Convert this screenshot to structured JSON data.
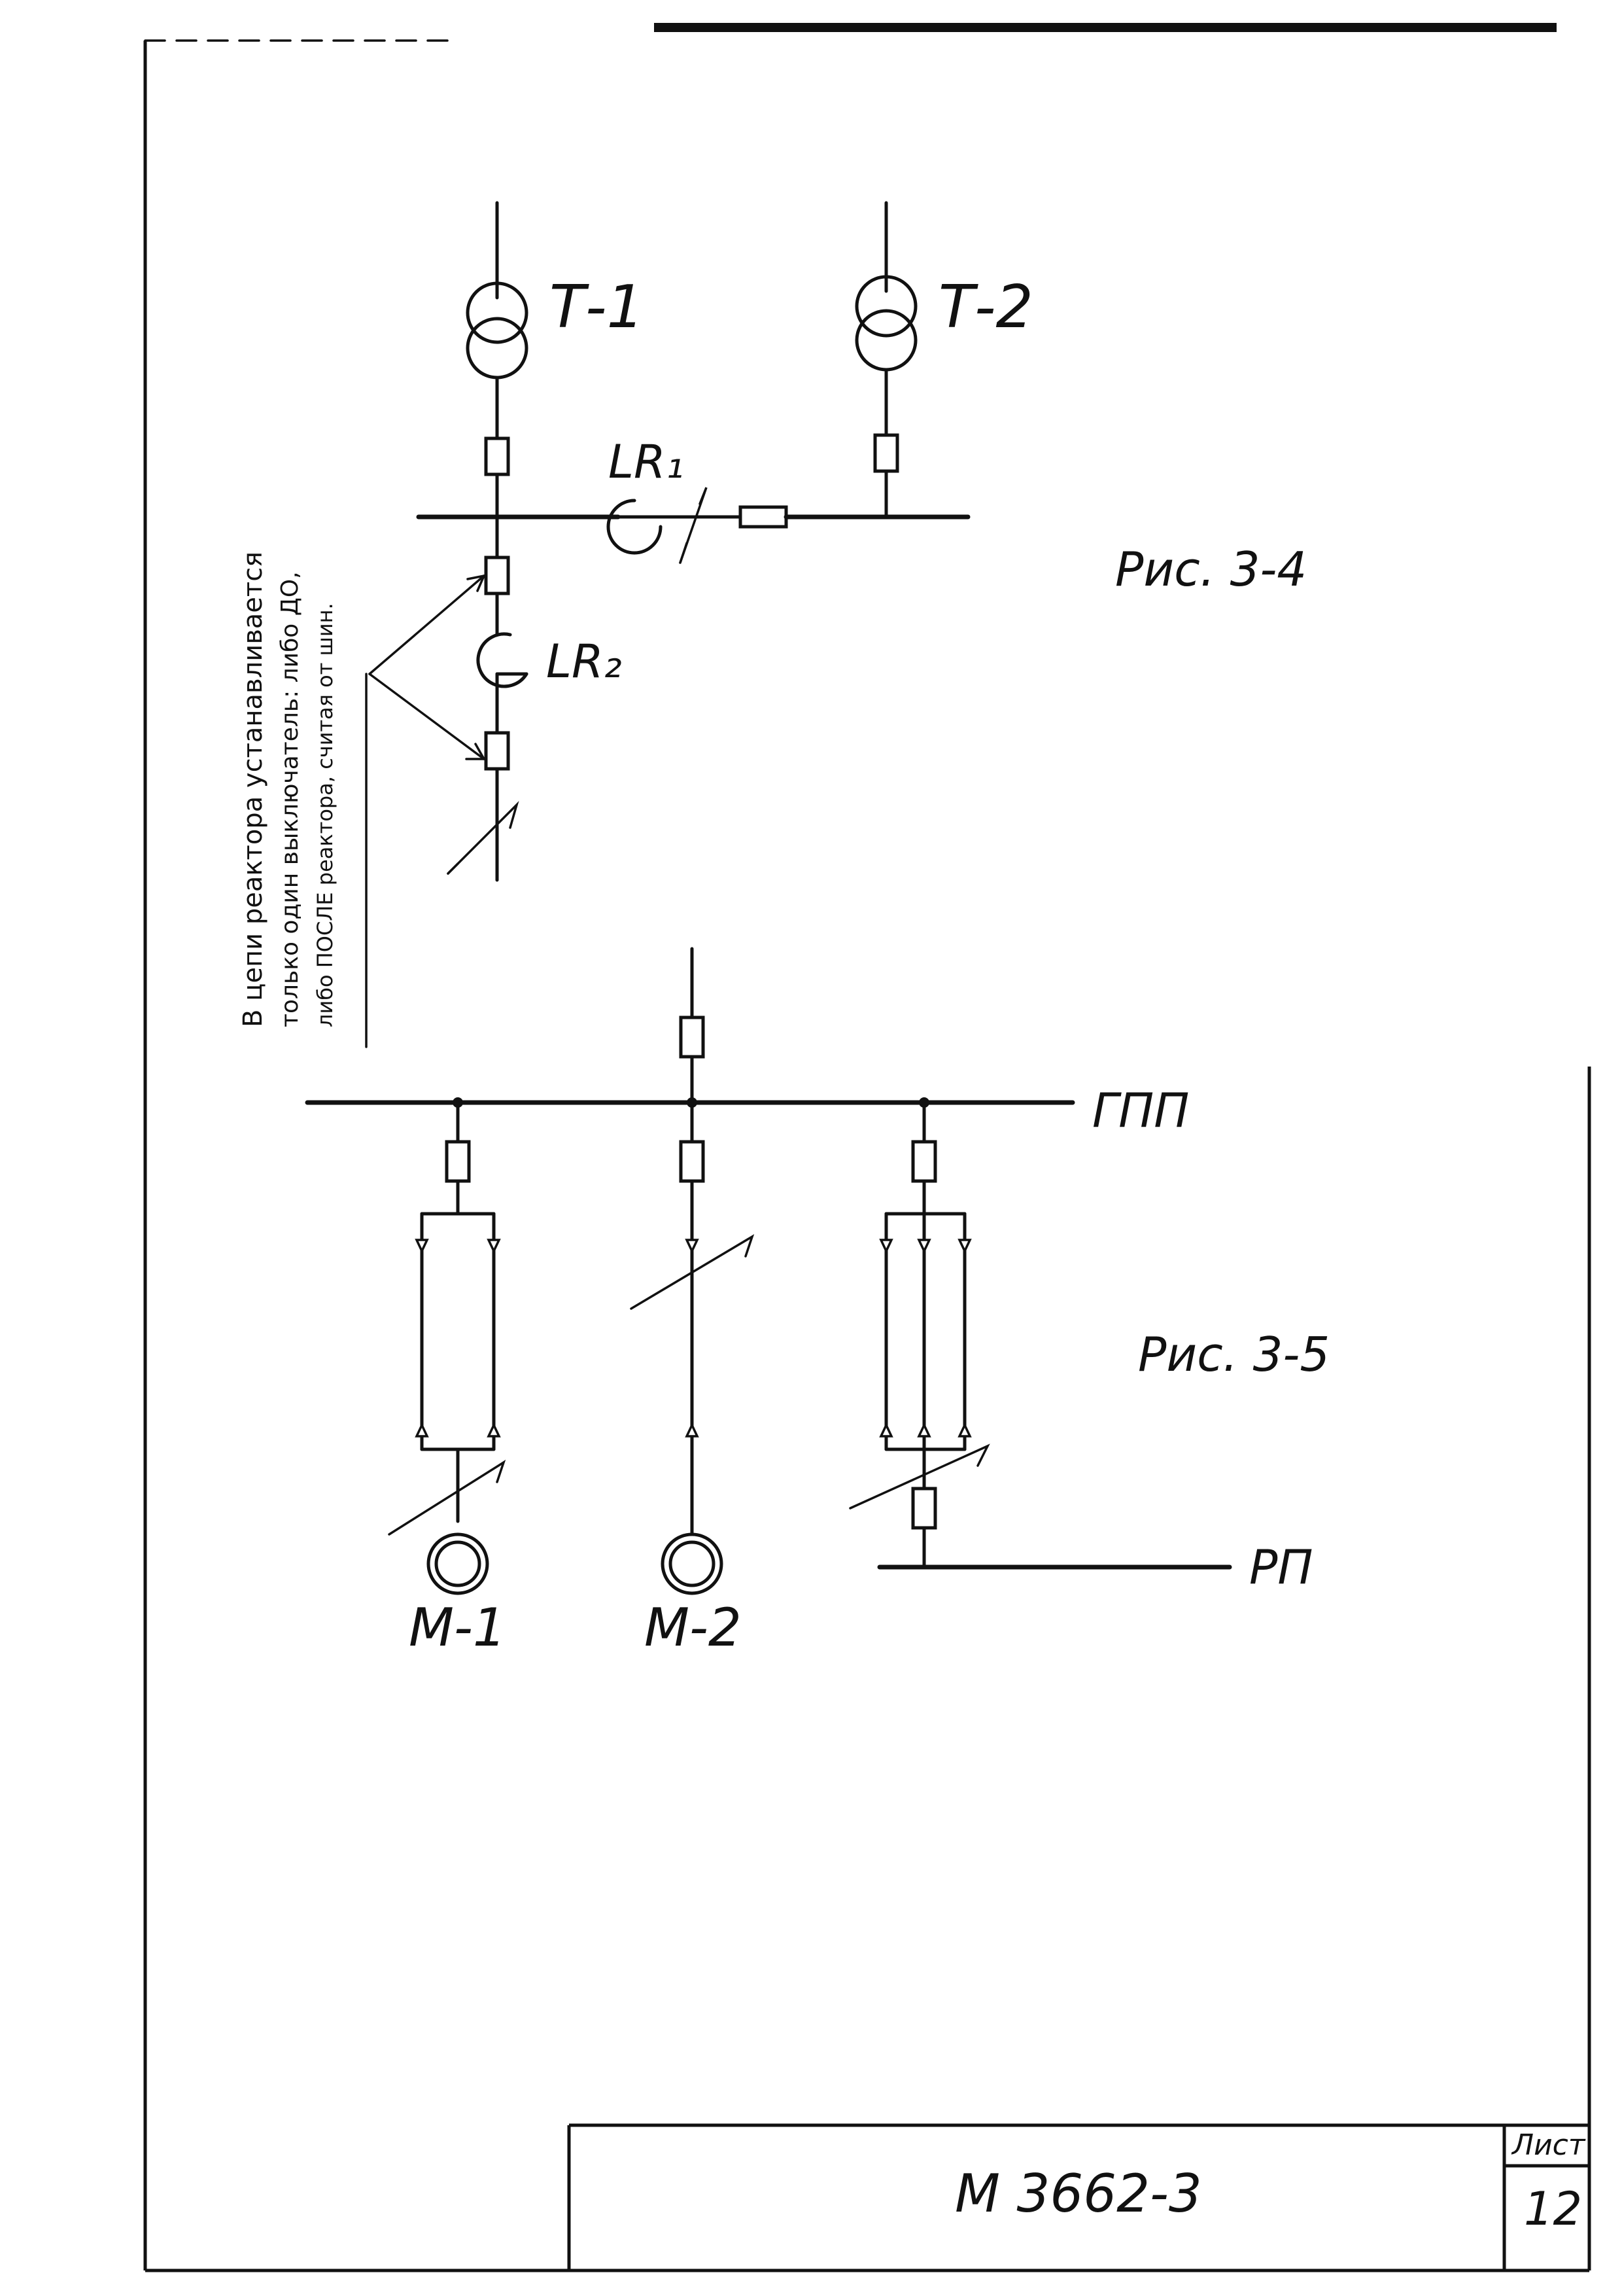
{
  "fig_3_4": {
    "caption": "Рис. 3-4",
    "transformer_1": "Т-1",
    "transformer_2": "Т-2",
    "reactor_1": "LR₁",
    "reactor_2": "LR₂",
    "note_line_1": "В цепи реактора устанавливается",
    "note_line_2": "только один выключатель: либо ДО,",
    "note_line_3": "либо ПОСЛЕ реактора, считая от шин."
  },
  "fig_3_5": {
    "caption": "Рис. 3-5",
    "bus_main": "ГПП",
    "bus_distribution": "РП",
    "motor_1": "М-1",
    "motor_2": "М-2"
  },
  "title_block": {
    "designation": "М 3662-3",
    "sheet_label": "Лист",
    "sheet_number": "12"
  }
}
